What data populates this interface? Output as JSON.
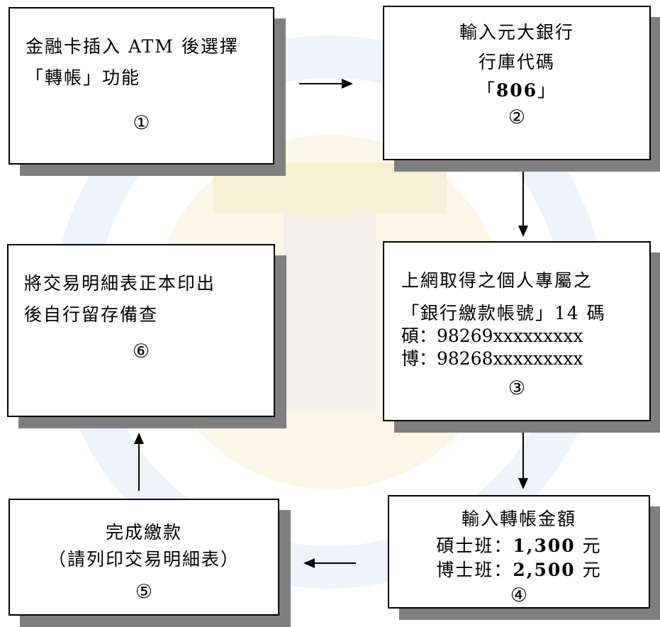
{
  "steps": [
    {
      "lines": [
        "金融卡插入 ATM 後選擇",
        "「轉帳」功能"
      ],
      "num": "①"
    },
    {
      "lines": [
        "輸入元大銀行",
        "行庫代碼"
      ],
      "code_prefix": "「",
      "code": "806",
      "code_suffix": "」",
      "num": "②"
    },
    {
      "lines": [
        "上網取得之個人專屬之",
        "「銀行繳款帳號」14 碼",
        "碩：98269xxxxxxxxx",
        "博：98268xxxxxxxxx"
      ],
      "num": "③"
    },
    {
      "title": "輸入轉帳金額",
      "rows": [
        {
          "label": "碩士班：",
          "amount": "1,300",
          "unit": " 元"
        },
        {
          "label": "博士班：",
          "amount": "2,500",
          "unit": " 元"
        }
      ],
      "num": "④"
    },
    {
      "lines": [
        "完成繳款",
        "（請列印交易明細表）"
      ],
      "num": "⑤"
    },
    {
      "lines": [
        "將交易明細表正本印出",
        "後自行留存備查"
      ],
      "num": "⑥"
    }
  ],
  "colors": {
    "border": "#000000",
    "shadow": "#7f7f7f",
    "watermark": "#e8eef8"
  }
}
